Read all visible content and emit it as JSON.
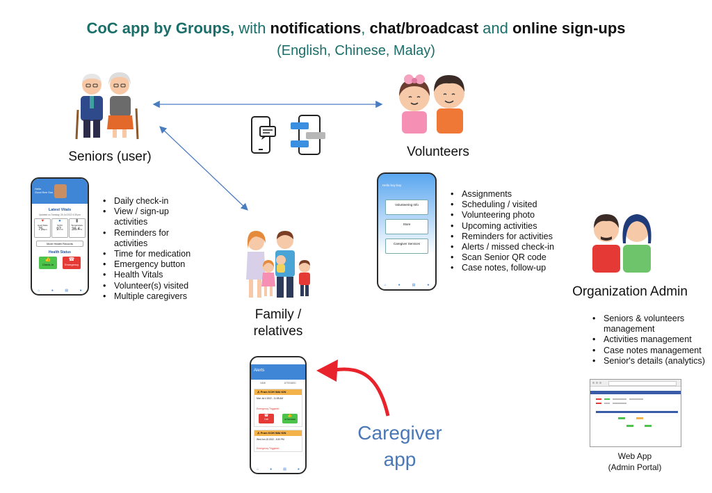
{
  "title": {
    "part1": "CoC app by Groups,",
    "part2": " with ",
    "part3": "notifications",
    "part4": ", ",
    "part5": "chat/broadcast",
    "part6": " and ",
    "part7": "online sign-ups",
    "subtitle": "(English, Chinese, Malay)"
  },
  "seniors": {
    "label": "Seniors (user)",
    "features": [
      "Daily check-in",
      "View / sign-up activities",
      "Reminders for activities",
      "Time for medication",
      "Emergency button",
      "Health Vitals",
      "Volunteer(s) visited",
      "Multiple caregivers"
    ],
    "phone": {
      "greeting": "Hello",
      "name": "Good Bee Soo",
      "vitals_title": "Latest Vitals",
      "updated": "Updated on Tuesday, 26 Jul 2022 4:35 pm",
      "vital1_label": "Heart Rate",
      "vital1_value": "75",
      "vital1_unit": "bpm",
      "vital2_label": "SpO2",
      "vital2_value": "97",
      "vital2_unit": "%",
      "vital3_label": "Temperature",
      "vital3_value": "36.4",
      "vital3_unit": "°C",
      "more_records": "More Health Records",
      "health_status": "Health Status",
      "checkin": "Check-In",
      "emergency": "Emergency"
    }
  },
  "volunteers": {
    "label": "Volunteers",
    "features": [
      "Assignments",
      "Scheduling / visited",
      "Volunteering photo",
      "Upcoming activities",
      "Reminders for activities",
      "Alerts / missed check-in",
      "Scan Senior QR code",
      "Case notes, follow-up"
    ],
    "phone": {
      "greeting": "Hello boy boy",
      "btn1": "Volunteering Info",
      "btn2": "Store",
      "btn3": "Caregiver Services"
    }
  },
  "family": {
    "label_line1": "Family /",
    "label_line2": "relatives"
  },
  "admin": {
    "label": "Organization Admin",
    "features": [
      "Seniors & volunteers management",
      "Activities management",
      "Case notes management",
      "Senior's details (analytics)"
    ],
    "webapp_line1": "Web App",
    "webapp_line2": "(Admin Portal)"
  },
  "caregiver": {
    "label_line1": "Caregiver",
    "label_line2": "app",
    "phone": {
      "header": "Alerts",
      "tab1": "NEW",
      "tab2": "ATTENDED",
      "alert1_from": "From KOH WAI KIN",
      "alert1_date": "Mon Jul 4 2022 - 11:08 AM",
      "alert1_type": "Emergency Triggered",
      "call": "Call",
      "attended": "ATTENDED",
      "alert2_from": "From KOH WAI KIN",
      "alert2_date": "Wed Jun 15 2022 - 5:30 PM",
      "alert2_type": "Emergency Triggered"
    }
  },
  "colors": {
    "teal": "#1a6f6a",
    "arrow_blue": "#4a7cc0",
    "red_arrow": "#e8232b",
    "caregiver_text": "#4a77b5",
    "phone_blue": "#3f86d6",
    "green": "#4cc34a",
    "red": "#e53935",
    "orange": "#f4b24a"
  }
}
